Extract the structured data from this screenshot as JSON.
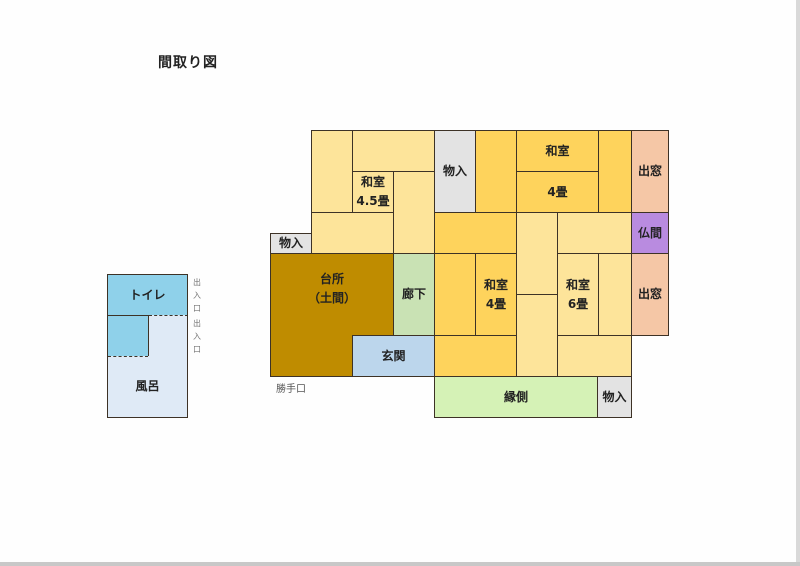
{
  "title": "間取り図",
  "main_house": {
    "rooms": {
      "washitsu_45": "和室\n4.5畳",
      "closet_top": "物入",
      "washitsu_4_top_name": "和室",
      "washitsu_4_top_size": "4畳",
      "demado_top": "出窓",
      "butsuma": "仏間",
      "demado_bottom": "出窓",
      "closet_left": "物入",
      "kitchen": "台所\n（土間）",
      "roka": "廊下",
      "genkan": "玄関",
      "washitsu_4_mid": "和室\n4畳",
      "washitsu_6": "和室\n6畳",
      "engawa": "縁側",
      "closet_bottom": "物入"
    },
    "annotations": {
      "back_door": "勝手口"
    }
  },
  "annex": {
    "toilet": "トイレ",
    "bath": "風呂",
    "entrance_1": "出\n入\n口",
    "entrance_2": "出\n入\n口"
  },
  "colors": {
    "tatami_light": "#fde49a",
    "tatami_dark": "#fed35c",
    "closet": "#e3e3e3",
    "bay_window": "#f5c7a6",
    "butsuma": "#b98be0",
    "kitchen": "#bf8c00",
    "corridor": "#c9e2b4",
    "entrance": "#bcd6ec",
    "veranda": "#d5f2b6",
    "toilet": "#8fd1ea",
    "bath": "#dfeaf6",
    "wall": "#3d3226"
  }
}
